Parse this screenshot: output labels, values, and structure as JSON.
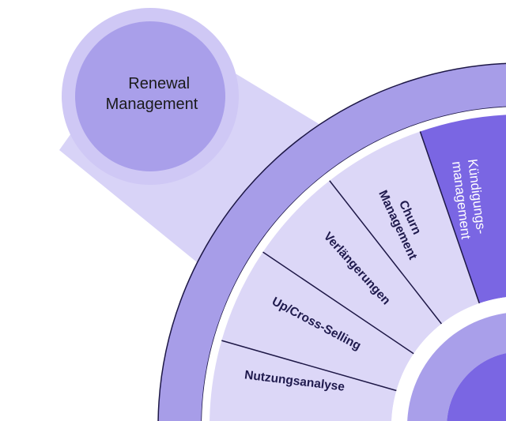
{
  "bubble": {
    "lines": [
      "Renewal",
      "Management"
    ]
  },
  "segments": [
    {
      "id": "nutzungsanalyse",
      "lines": [
        "Nutzungsanalyse"
      ]
    },
    {
      "id": "up-cross-selling",
      "lines": [
        "Up/Cross-Selling"
      ]
    },
    {
      "id": "verlaengerungen",
      "lines": [
        "Verlängerungen"
      ]
    },
    {
      "id": "churn-management",
      "lines": [
        "Churn",
        "Management"
      ]
    },
    {
      "id": "kuendigungsmanagement",
      "lines": [
        "Kündigungs-",
        "management"
      ],
      "highlight": true
    }
  ],
  "colors": {
    "tail": "#d8d3f7",
    "bubble_outer": "#cfc8f5",
    "bubble_inner": "#a99fea",
    "outer_ring": "#a79de8",
    "segment_fill": "#dcd7f7",
    "segment_highlight": "#7a66e3",
    "divider": "#1d1746",
    "center_ring": "#a99fea",
    "center_core": "#7a66e3"
  }
}
